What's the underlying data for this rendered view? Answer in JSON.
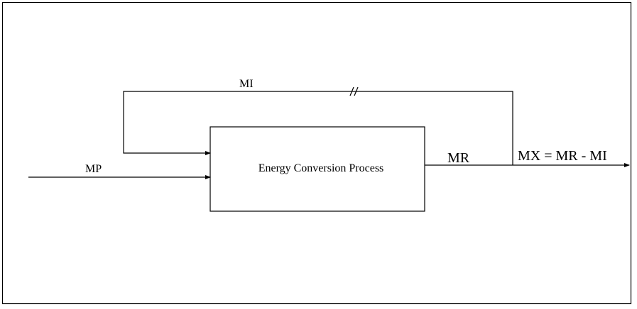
{
  "diagram": {
    "process_label": "Energy Conversion Process",
    "mi_label": "MI",
    "mp_label": "MP",
    "mr_label": "MR",
    "mx_label": "MX = MR - MI"
  },
  "colors": {
    "line": "#000000",
    "background": "#ffffff"
  }
}
